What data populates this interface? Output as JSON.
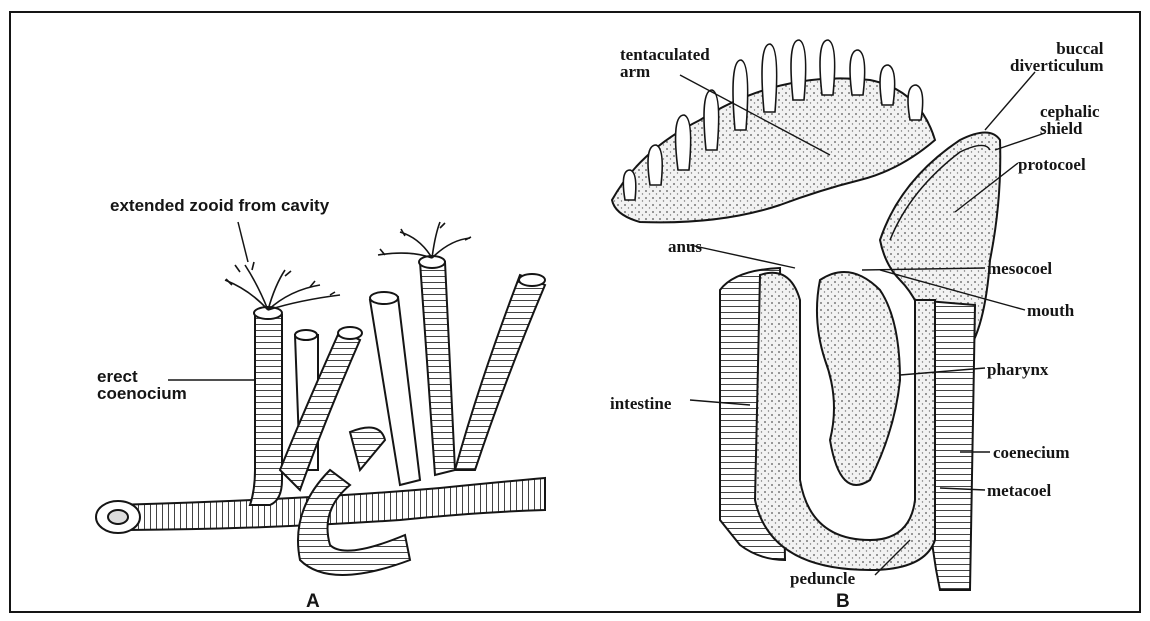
{
  "figure_a": {
    "caption": "A",
    "labels": {
      "extended_zooid": "extended zooid from cavity",
      "erect_line1": "erect",
      "erect_line2": "coenocium"
    }
  },
  "figure_b": {
    "caption": "B",
    "labels": {
      "tentaculated_line1": "tentaculated",
      "tentaculated_line2": "arm",
      "buccal_line1": "buccal",
      "buccal_line2": "diverticulum",
      "cephalic_line1": "cephalic",
      "cephalic_line2": "shield",
      "protocoel": "protocoel",
      "anus": "anus",
      "mesocoel": "mesocoel",
      "mouth": "mouth",
      "pharynx": "pharynx",
      "intestine": "intestine",
      "coenecium": "coenecium",
      "metacoel": "metacoel",
      "peduncle": "peduncle"
    }
  },
  "colors": {
    "ink": "#151515",
    "stipple": "#e6e6e6",
    "paper": "#ffffff"
  }
}
